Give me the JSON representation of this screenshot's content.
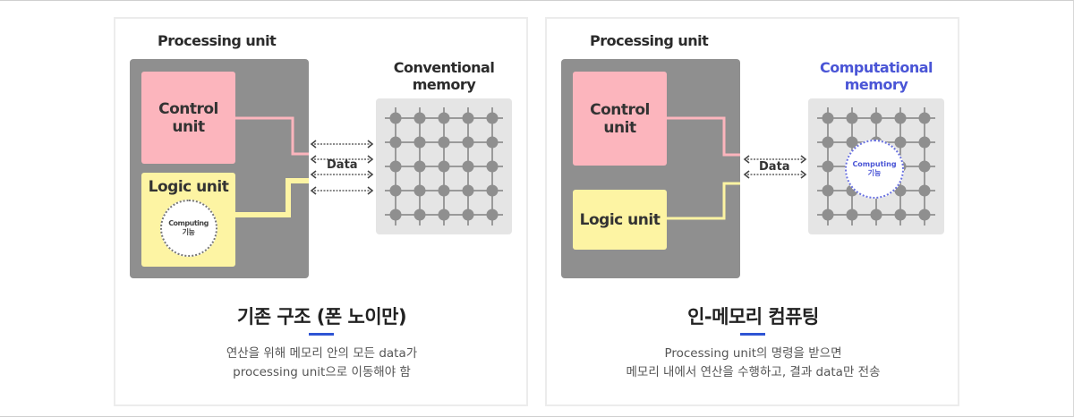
{
  "colors": {
    "processing_unit": "#8f8f8f",
    "control_unit": "#fcb5bd",
    "logic_unit": "#fdf4a3",
    "memory_bg": "#e5e5e5",
    "memory_node": "#8f8f8f",
    "accent_blue": "#2f55d4",
    "computational_text": "#4a55d6"
  },
  "left_panel": {
    "processing_unit_title": "Processing unit",
    "control_unit_line1": "Control",
    "control_unit_line2": "unit",
    "logic_unit_label": "Logic unit",
    "computing_line1": "Computing",
    "computing_line2": "기능",
    "memory_title_line1": "Conventional",
    "memory_title_line2": "memory",
    "data_label": "Data",
    "data_arrow_count": 4,
    "memory_grid": {
      "rows": 5,
      "cols": 5
    },
    "section_title": "기존 구조 (폰 노이만)",
    "description_line1": "연산을 위해 메모리 안의 모든 data가",
    "description_line2": "processing unit으로 이동해야 함"
  },
  "right_panel": {
    "processing_unit_title": "Processing unit",
    "control_unit_line1": "Control",
    "control_unit_line2": "unit",
    "logic_unit_label": "Logic unit",
    "memory_title_line1": "Computational",
    "memory_title_line2": "memory",
    "computing_line1": "Computing",
    "computing_line2": "기능",
    "data_label": "Data",
    "data_arrow_count": 2,
    "memory_grid": {
      "rows": 5,
      "cols": 5
    },
    "section_title": "인-메모리 컴퓨팅",
    "description_line1": "Processing unit의 명령을 받으면",
    "description_line2": "메모리 내에서 연산을 수행하고, 결과 data만 전송"
  }
}
